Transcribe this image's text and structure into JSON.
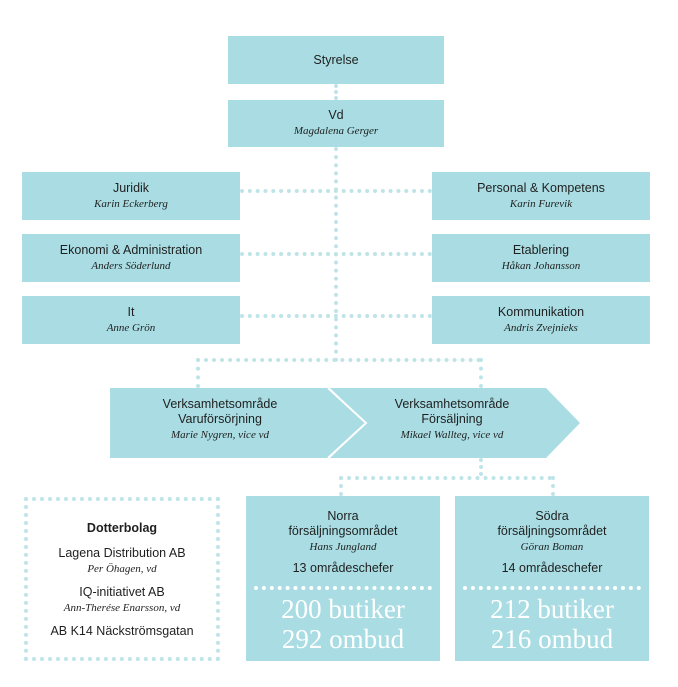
{
  "board": {
    "label": "Styrelse"
  },
  "ceo": {
    "title": "Vd",
    "name": "Magdalena Gerger"
  },
  "staff": {
    "legal": {
      "title": "Juridik",
      "name": "Karin Eckerberg"
    },
    "finance": {
      "title": "Ekonomi & Administration",
      "name": "Anders Söderlund"
    },
    "it": {
      "title": "It",
      "name": "Anne Grön"
    },
    "hr": {
      "title": "Personal & Kompetens",
      "name": "Karin Furevik"
    },
    "establishment": {
      "title": "Etablering",
      "name": "Håkan Johansson"
    },
    "communication": {
      "title": "Kommunikation",
      "name": "Andris Zvejnieks"
    }
  },
  "business_areas": [
    {
      "line1": "Verksamhetsområde",
      "line2": "Varuförsörjning",
      "name": "Marie Nygren, vice vd"
    },
    {
      "line1": "Verksamhetsområde",
      "line2": "Försäljning",
      "name": "Mikael Wallteg, vice vd"
    }
  ],
  "sales_areas": [
    {
      "line1": "Norra",
      "line2": "försäljningsområdet",
      "name": "Hans Jungland",
      "managers": "13 områdeschefer",
      "stores": "200 butiker",
      "agents": "292 ombud"
    },
    {
      "line1": "Södra",
      "line2": "försäljningsområdet",
      "name": "Göran Boman",
      "managers": "14 områdeschefer",
      "stores": "212 butiker",
      "agents": "216 ombud"
    }
  ],
  "subsidiaries": {
    "heading": "Dotterbolag",
    "items": [
      {
        "company": "Lagena Distribution AB",
        "person": "Per Öhagen, vd"
      },
      {
        "company": "IQ-initiativet AB",
        "person": "Ann-Therése Enarsson, vd"
      },
      {
        "company": "AB K14 Näckströmsgatan",
        "person": ""
      }
    ]
  },
  "colors": {
    "box": "#a9dde3",
    "dotted_line": "#bfe4e8",
    "text": "#1f1f1f",
    "highlight_text": "#ffffff"
  }
}
